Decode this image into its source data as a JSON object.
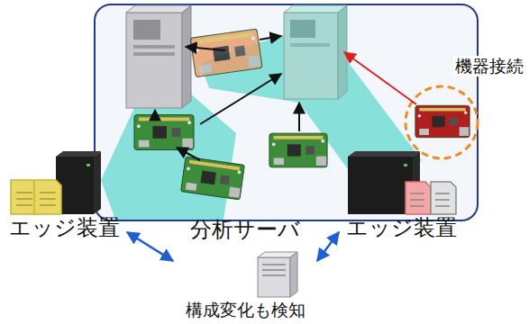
{
  "diagram": {
    "nodes": [
      {
        "text": [
          "エッジ装置"
        ]
      },
      {
        "text": [
          "分析サーバ",
          "構成変化も検知"
        ]
      },
      {
        "text": [
          "エッジ装置"
        ]
      }
    ],
    "edges": [
      {
        "from": 0,
        "to": 1,
        "arrow": "both"
      },
      {
        "from": 1,
        "to": 2,
        "arrow": "both"
      }
    ],
    "labels": [
      "機器接続"
    ]
  }
}
